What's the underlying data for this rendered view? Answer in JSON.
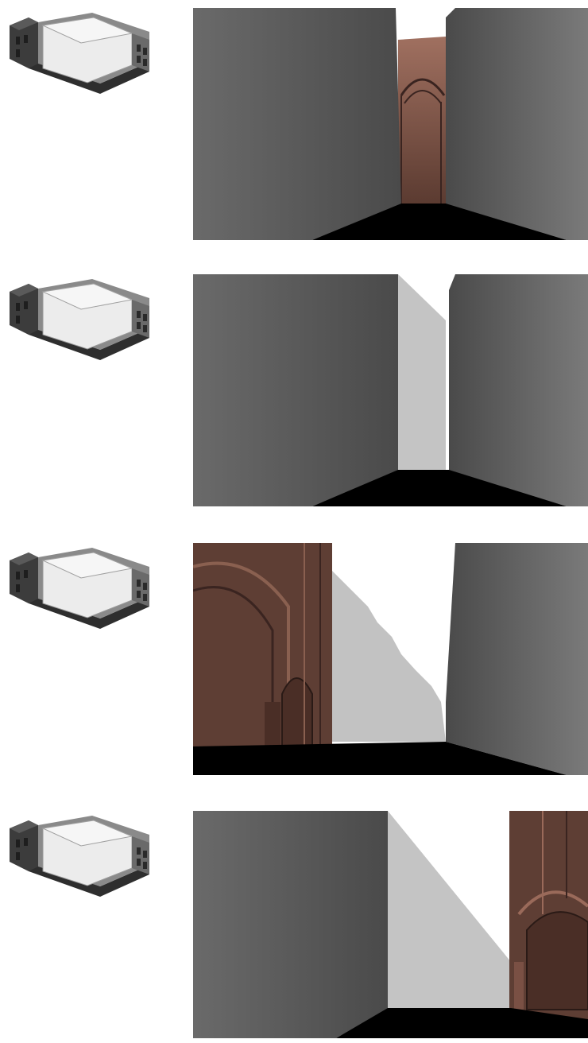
{
  "figure": {
    "rows": [
      {
        "id": "view-1",
        "thumbnail": "isometric-building-model",
        "render": "perspective-view-narrow-gap-with-arched-facade"
      },
      {
        "id": "view-2",
        "thumbnail": "isometric-building-model",
        "render": "perspective-view-narrow-gap-with-light-wall"
      },
      {
        "id": "view-3",
        "thumbnail": "isometric-building-model-opened",
        "render": "perspective-view-arched-facade-left"
      },
      {
        "id": "view-4",
        "thumbnail": "isometric-building-model-u-shape",
        "render": "perspective-view-arched-facade-right"
      }
    ],
    "colors": {
      "wall_dark": "#5a5a5a",
      "wall_light": "#9a9a9a",
      "wall_pale": "#c8c8c8",
      "floor": "#000000",
      "facade": "#5a3c32",
      "facade_light": "#b07e6e",
      "model_block": "#e6e6e6",
      "model_frame": "#3a3a3a"
    }
  }
}
